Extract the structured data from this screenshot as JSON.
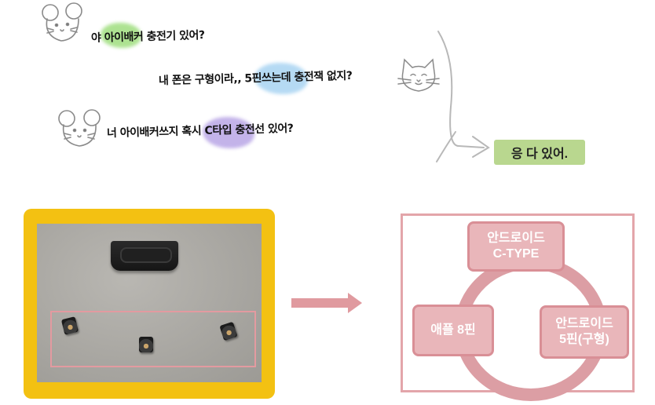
{
  "conversation": {
    "line1": "야 아이배커 충전기 있어?",
    "line2": "내 폰은 구형이라,, 5핀쓰는데 충전잭 없지?",
    "line3": "너 아이배커쓰지 혹시 C타입 충전선 있어?",
    "answer": "응 다 있어."
  },
  "diagram": {
    "node_top_line1": "안드로이드",
    "node_top_line2": "C-TYPE",
    "node_left": "애플 8핀",
    "node_right_line1": "안드로이드",
    "node_right_line2": "5핀(구형)"
  },
  "colors": {
    "green_highlight": "#9fde7e",
    "blue_highlight": "#a9d4f2",
    "purple_highlight": "#b9a6e6",
    "answer_bg": "#b9d78f",
    "photo_frame": "#f3c112",
    "diagram_pink": "#e3a5aa"
  },
  "icons": [
    "mouse-doodle-icon",
    "cat-doodle-icon",
    "mouse-doodle-icon",
    "curved-arrow-icon",
    "right-arrow-icon"
  ]
}
